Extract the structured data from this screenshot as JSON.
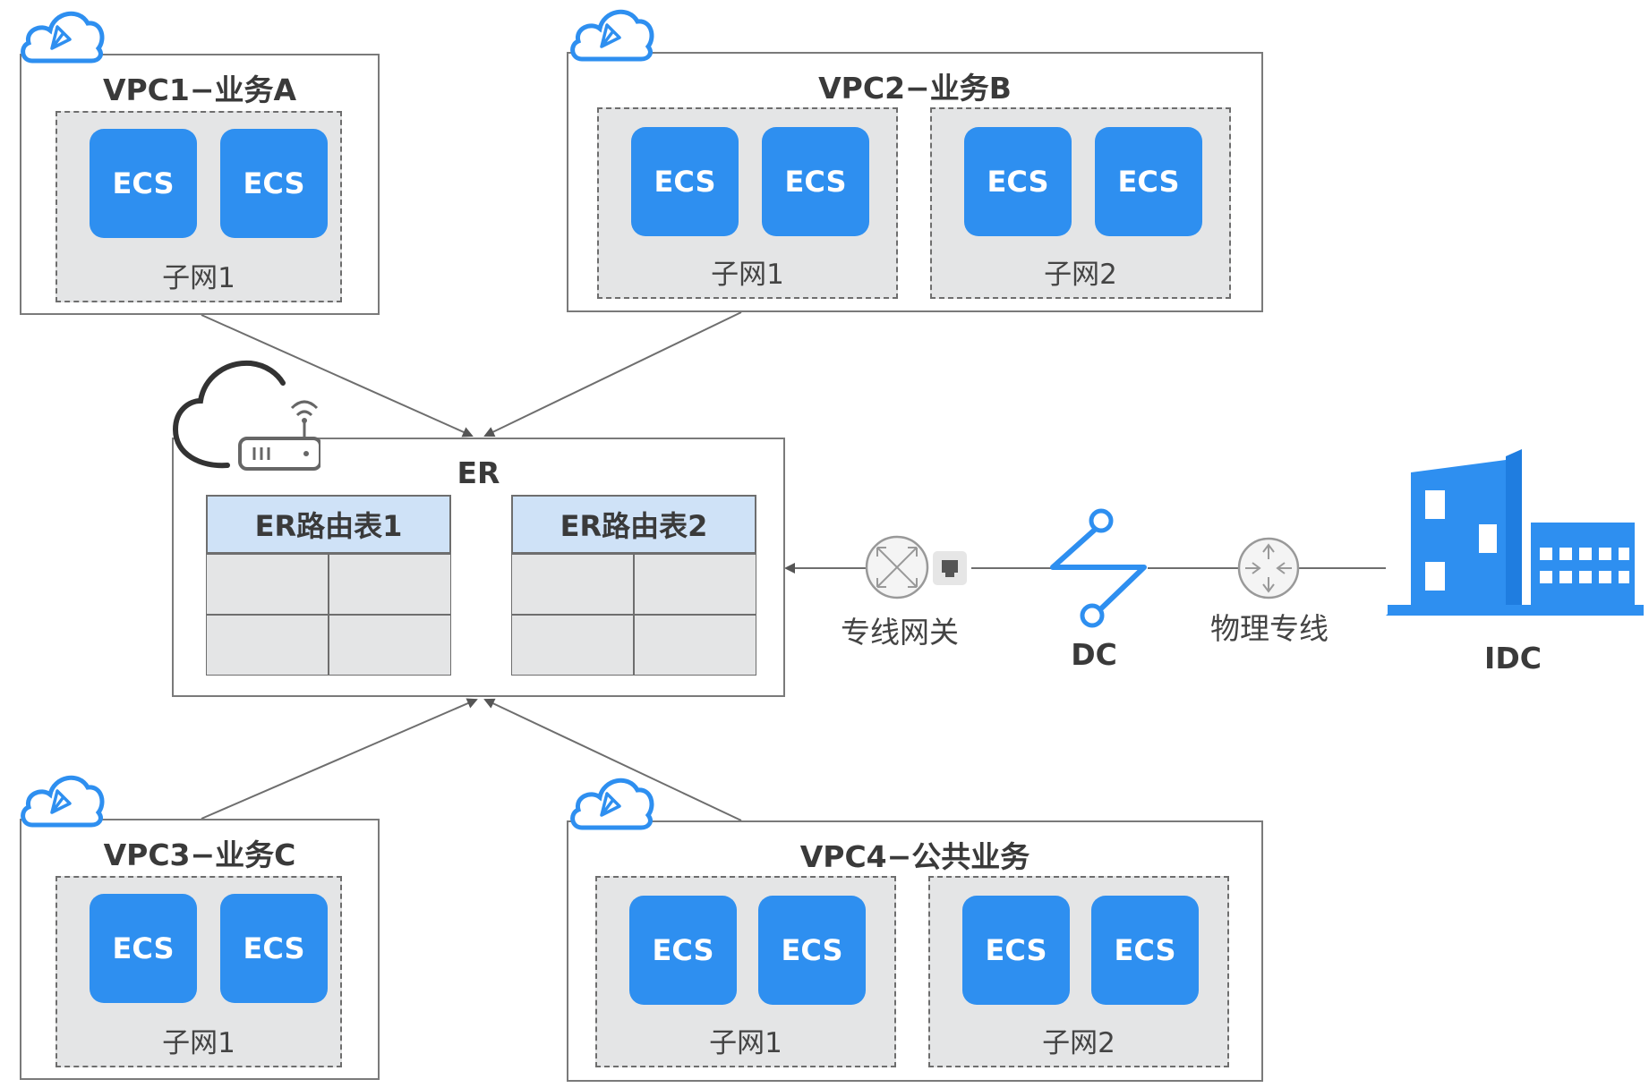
{
  "vpcs": {
    "vpc1": {
      "title": "VPC1−业务A",
      "subnets": [
        {
          "label": "子网1",
          "ecs": [
            "ECS",
            "ECS"
          ]
        }
      ]
    },
    "vpc2": {
      "title": "VPC2−业务B",
      "subnets": [
        {
          "label": "子网1",
          "ecs": [
            "ECS",
            "ECS"
          ]
        },
        {
          "label": "子网2",
          "ecs": [
            "ECS",
            "ECS"
          ]
        }
      ]
    },
    "vpc3": {
      "title": "VPC3−业务C",
      "subnets": [
        {
          "label": "子网1",
          "ecs": [
            "ECS",
            "ECS"
          ]
        }
      ]
    },
    "vpc4": {
      "title": "VPC4−公共业务",
      "subnets": [
        {
          "label": "子网1",
          "ecs": [
            "ECS",
            "ECS"
          ]
        },
        {
          "label": "子网2",
          "ecs": [
            "ECS",
            "ECS"
          ]
        }
      ]
    }
  },
  "er": {
    "title": "ER",
    "route_tables": [
      {
        "label": "ER路由表1"
      },
      {
        "label": "ER路由表2"
      }
    ]
  },
  "connection": {
    "gateway_label": "专线网关",
    "dc_label": "DC",
    "physical_line_label": "物理专线",
    "idc_label": "IDC"
  },
  "colors": {
    "ecs_blue": "#2e8ff0",
    "route_table_header": "#cfe2f7",
    "subnet_fill": "#e4e5e6",
    "line_gray": "#7a7a7a",
    "idc_blue": "#2e8ff0"
  },
  "icons": [
    "cloud-badge-icon",
    "er-router-icon",
    "direct-connect-gateway-icon",
    "dc-icon",
    "physical-line-icon",
    "idc-building-icon"
  ]
}
